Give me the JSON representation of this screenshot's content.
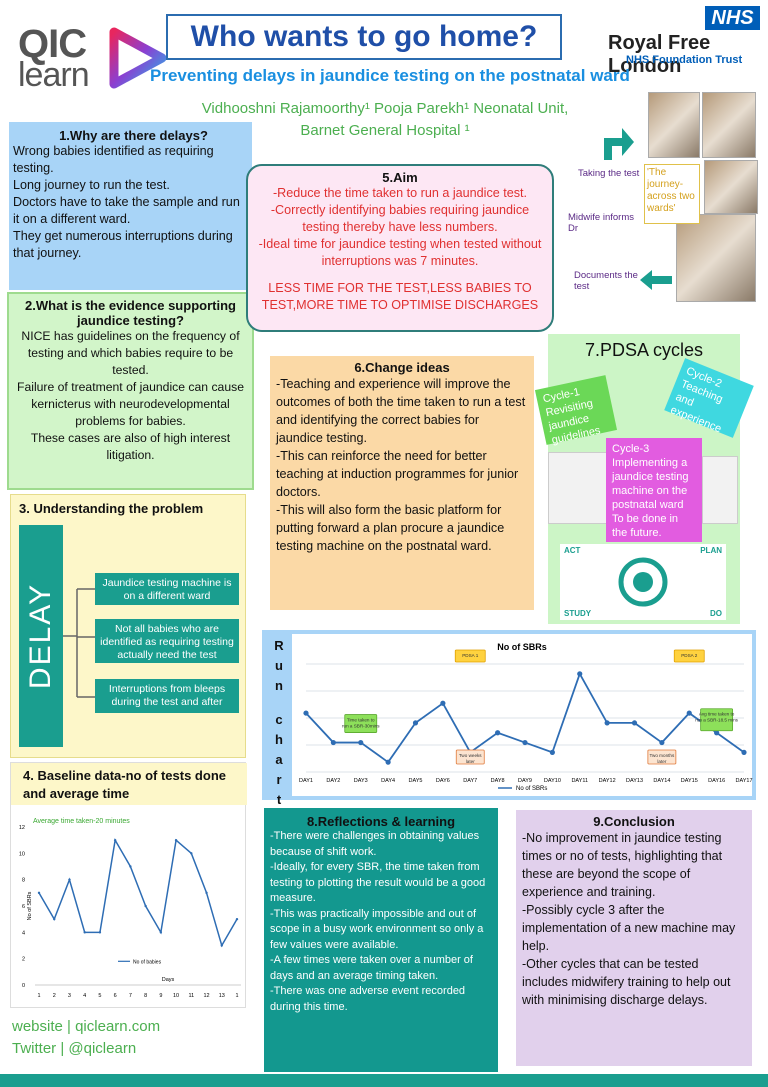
{
  "header": {
    "logo_top": "QIC",
    "logo_bottom": "learn",
    "title": "Who wants to go home?",
    "subtitle": "Preventing delays in jaundice testing on the postnatal ward",
    "nhs_badge": "NHS",
    "trust_name": "Royal Free London",
    "trust_sub": "NHS Foundation Trust",
    "authors_line1": "Vidhooshni Rajamoorthy¹ Pooja Parekh¹ Neonatal Unit,",
    "authors_line2": "Barnet General Hospital ¹"
  },
  "s1": {
    "heading": "1.Why are there delays?",
    "lines": [
      "Wrong babies identified as requiring testing.",
      "Long journey to run the test.",
      "Doctors have to take the sample and run it on a different ward.",
      "They get numerous interruptions during that journey."
    ]
  },
  "s2": {
    "heading": "2.What is the evidence supporting jaundice testing?",
    "lines": [
      "NICE has guidelines on the frequency of testing and which babies require to be tested.",
      "Failure of treatment of jaundice can cause kernicterus with neurodevelopmental problems for babies.",
      "These cases are also of high interest litigation."
    ]
  },
  "s3": {
    "heading": "3. Understanding the problem",
    "delay_label": "DELAY",
    "causes": [
      "Jaundice testing machine is on a different ward",
      "Not all babies who are identified as requiring testing actually need the test",
      "Interruptions from bleeps during the test  and after"
    ]
  },
  "s4": {
    "heading": "4. Baseline data-no of tests done and average time"
  },
  "s5": {
    "heading": "5.Aim",
    "lines": [
      "-Reduce the time taken to run a jaundice test.",
      "-Correctly identifying babies requiring jaundice testing thereby have less numbers.",
      "-Ideal time for jaundice testing when tested without interruptions was 7 minutes."
    ],
    "emphasis": "LESS TIME FOR THE TEST,LESS BABIES TO TEST,MORE TIME TO OPTIMISE DISCHARGES"
  },
  "s6": {
    "heading": "6.Change ideas",
    "lines": [
      "-Teaching and experience will improve the outcomes of both the time taken to run a test and identifying the correct babies for jaundice testing.",
      "-This can reinforce the need for better teaching at induction programmes for junior doctors.",
      "-This will also form the basic platform for putting forward a plan procure a jaundice testing machine on the postnatal ward."
    ]
  },
  "s7": {
    "heading": "7.PDSA cycles",
    "cycle1": "Cycle-1 Revisiting jaundice guidelines",
    "cycle2": "Cycle-2 Teaching and experience",
    "cycle3": "Cycle-3 Implementing a jaundice testing machine on the postnatal ward To be done in the future.",
    "act": "ACT",
    "plan": "PLAN",
    "study": "STUDY",
    "do": "DO"
  },
  "flow": {
    "taking_test": "Taking the test",
    "midwife": "Midwife informs Dr",
    "documents": "Documents the test",
    "journey": "'The journey-across two wards'"
  },
  "s8": {
    "heading": "8.Reflections & learning",
    "lines": [
      "-There were challenges in obtaining values because of shift work.",
      "-Ideally, for every SBR, the time taken from testing to plotting the result would be a good measure.",
      "-This was practically impossible and out of scope in a busy work environment so only a few values were available.",
      "-A few times were taken over a number of days and an average timing taken.",
      "-There was one adverse event recorded during this time."
    ]
  },
  "s9": {
    "heading": "9.Conclusion",
    "lines": [
      "-No improvement in jaundice testing times or no of tests, highlighting that these are beyond the scope of experience and training.",
      "-Possibly cycle 3 after the implementation of a new machine may help.",
      "-Other cycles that can be tested includes midwifery training to help out with minimising discharge delays."
    ]
  },
  "footer": {
    "website": "website | qiclearn.com",
    "twitter": "Twitter | @qiclearn"
  },
  "chart_data": [
    {
      "type": "line",
      "title": "No of SBRs",
      "side_label": [
        "R",
        "u",
        "n",
        "c",
        "h",
        "a",
        "r",
        "t"
      ],
      "categories": [
        "DAY1",
        "DAY2",
        "DAY3",
        "DAY4",
        "DAY5",
        "DAY6",
        "DAY7",
        "DAY8",
        "DAY9",
        "DAY10",
        "DAY11",
        "DAY12",
        "DAY13",
        "DAY14",
        "DAY15",
        "DAY16",
        "DAY17"
      ],
      "series": [
        {
          "name": "No of SBRs",
          "values": [
            7,
            4,
            4,
            2,
            6,
            8,
            3,
            5,
            4,
            3,
            11,
            6,
            6,
            4,
            7,
            5,
            3
          ]
        }
      ],
      "ylim": [
        1,
        12
      ],
      "annotations": [
        {
          "text": "PDSA 1",
          "category": "DAY7"
        },
        {
          "text": "PDSA 2",
          "category": "DAY15"
        },
        {
          "text": "Time taken to run a SBR-30mins",
          "category": "DAY3"
        },
        {
          "text": "Avg time taken to run a SBR-18.5 mins",
          "category": "DAY16"
        },
        {
          "text": "Two weeks later",
          "category": "DAY7"
        },
        {
          "text": "Two months later",
          "category": "DAY14"
        }
      ],
      "line_color": "#2e6db4"
    },
    {
      "type": "line",
      "title": "Average time taken-20 minutes",
      "ylabel": "No of SBRs",
      "xlabel": "Days",
      "categories": [
        "1",
        "2",
        "3",
        "4",
        "5",
        "6",
        "7",
        "8",
        "9",
        "10",
        "11",
        "12",
        "13",
        "1"
      ],
      "series": [
        {
          "name": "No of babies",
          "values": [
            7,
            5,
            8,
            4,
            4,
            11,
            9,
            6,
            4,
            11,
            10,
            7,
            3,
            5
          ]
        }
      ],
      "ylim": [
        0,
        12
      ],
      "yticks": [
        "0",
        "2",
        "4",
        "6",
        "8",
        "10",
        "12"
      ],
      "line_color": "#2e6db4"
    }
  ]
}
